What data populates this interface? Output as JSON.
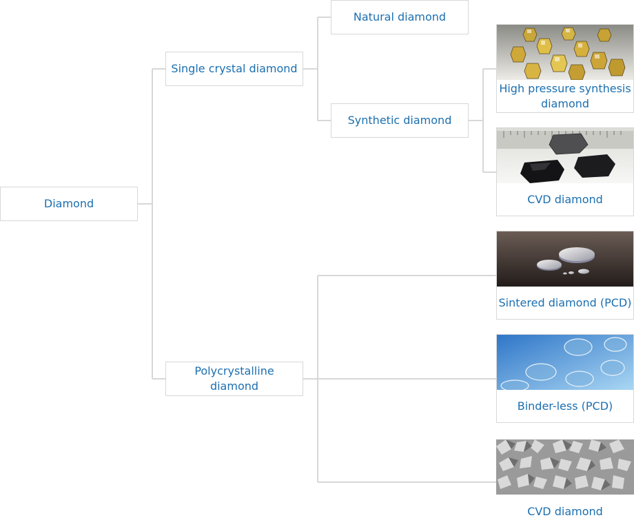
{
  "colors": {
    "label": "#1b6fb0",
    "border": "#d7d7d7",
    "connector": "#d7d7d7"
  },
  "root": {
    "label": "Diamond"
  },
  "branches": {
    "single": {
      "label": "Single crystal diamond",
      "natural": {
        "label": "Natural diamond"
      },
      "synthetic": {
        "label": "Synthetic diamond",
        "items": [
          {
            "label": "High pressure synthesis diamond",
            "image": "hpht-diamond-crystals-photo"
          },
          {
            "label": "CVD diamond",
            "image": "cvd-diamond-plates-photo"
          }
        ]
      }
    },
    "poly": {
      "label": "Polycrystalline diamond",
      "items": [
        {
          "label": "Sintered diamond (PCD)",
          "image": "sintered-pcd-discs-photo"
        },
        {
          "label": "Binder-less (PCD)",
          "image": "binderless-pcd-discs-photo"
        },
        {
          "label": "CVD diamond",
          "image": "cvd-polycrystalline-surface-photo"
        }
      ]
    }
  }
}
